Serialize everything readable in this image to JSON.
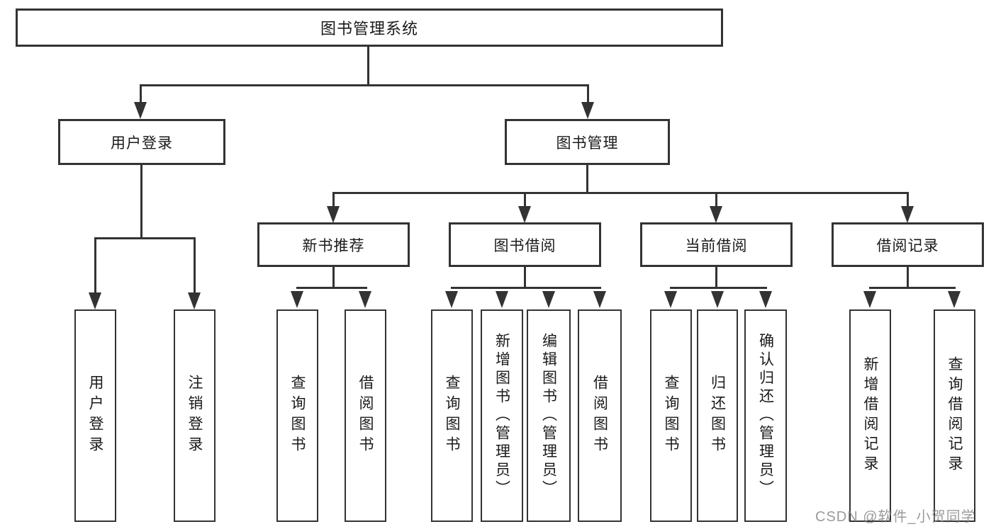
{
  "diagram": {
    "root": {
      "label": "图书管理系统"
    },
    "level2": [
      {
        "label": "用户登录"
      },
      {
        "label": "图书管理"
      }
    ],
    "level3": [
      {
        "label": "新书推荐"
      },
      {
        "label": "图书借阅"
      },
      {
        "label": "当前借阅"
      },
      {
        "label": "借阅记录"
      }
    ],
    "leaves": {
      "user_login": [
        {
          "label": "用户登录"
        },
        {
          "label": "注销登录"
        }
      ],
      "new_book": [
        {
          "label": "查询图书"
        },
        {
          "label": "借阅图书"
        }
      ],
      "book_borrow": [
        {
          "label": "查询图书"
        },
        {
          "label": "新增图书（管理员）"
        },
        {
          "label": "编辑图书（管理员）"
        },
        {
          "label": "借阅图书"
        }
      ],
      "current_borrow": [
        {
          "label": "查询图书"
        },
        {
          "label": "归还图书"
        },
        {
          "label": "确认归还（管理员）"
        }
      ],
      "borrow_record": [
        {
          "label": "新增借阅记录"
        },
        {
          "label": "查询借阅记录"
        }
      ]
    }
  },
  "watermark": {
    "text": "CSDN @软件_小贺同学"
  },
  "colors": {
    "line": "#333333",
    "text": "#1a1a1a",
    "background": "#ffffff",
    "watermark": "#828282"
  }
}
